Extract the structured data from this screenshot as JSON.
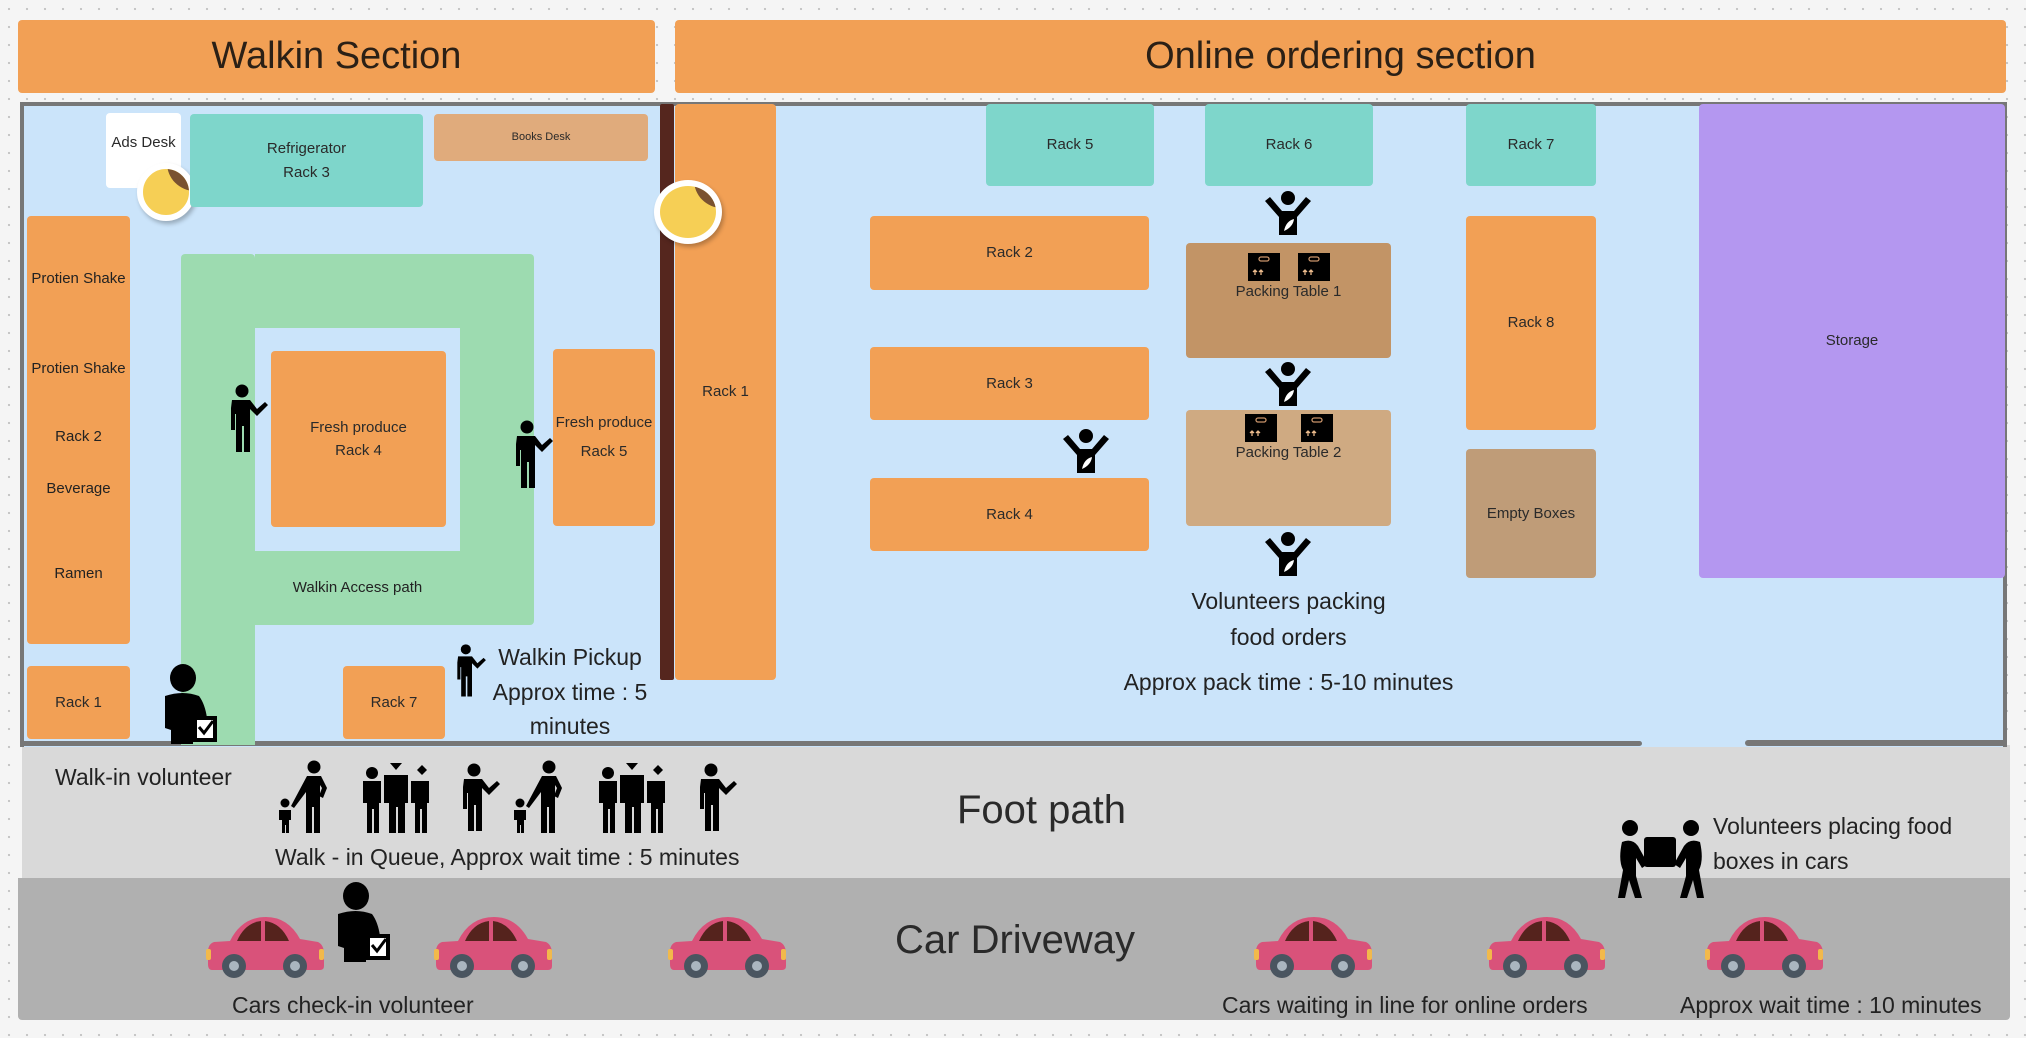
{
  "headers": {
    "walkin": "Walkin Section",
    "online": "Online ordering section"
  },
  "walkin": {
    "ads_desk": "Ads Desk",
    "refrigerator": [
      "Refrigerator",
      "Rack 3"
    ],
    "books_desk": "Books Desk",
    "left_rack_items": [
      "Protien Shake",
      "Protien Shake",
      "Rack 2",
      "Beverage",
      "Ramen"
    ],
    "fresh_produce_4": [
      "Fresh produce",
      "Rack 4"
    ],
    "fresh_produce_5": [
      "Fresh produce",
      "Rack 5"
    ],
    "access_path": "Walkin Access path",
    "rack_1": "Rack 1",
    "rack_7": "Rack 7",
    "pickup": [
      "Walkin Pickup",
      "Approx time : 5",
      "minutes"
    ],
    "divider_rack": "Rack 1"
  },
  "online": {
    "rack_5": "Rack 5",
    "rack_6": "Rack 6",
    "rack_7": "Rack 7",
    "rack_2": "Rack 2",
    "rack_3": "Rack 3",
    "rack_4": "Rack 4",
    "rack_8": "Rack 8",
    "packing_table_1": "Packing Table 1",
    "packing_table_2": "Packing Table 2",
    "empty_boxes": "Empty Boxes",
    "storage": "Storage",
    "volunteers_packing": [
      "Volunteers packing",
      "food orders"
    ],
    "pack_time": "Approx pack time : 5-10 minutes"
  },
  "footpath": {
    "label": "Foot path",
    "walkin_volunteer": "Walk-in volunteer",
    "queue": "Walk - in Queue, Approx wait time : 5 minutes",
    "placing": [
      "Volunteers placing food",
      "boxes in cars"
    ]
  },
  "driveway": {
    "label": "Car Driveway",
    "checkin": "Cars check-in volunteer",
    "waiting": "Cars waiting in line for online orders",
    "wait_time": "Approx wait time : 10 minutes"
  },
  "colors": {
    "rack_orange": "#f2a055",
    "rack_teal": "#7ed6cb",
    "floor": "#cbe4fa",
    "access_path": "#9ddbb0",
    "storage": "#b497f0",
    "footpath": "#d9d9d9",
    "driveway": "#b0b0b0",
    "car": "#d9527a"
  }
}
